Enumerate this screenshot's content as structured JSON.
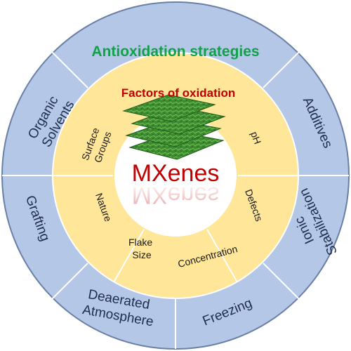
{
  "center": {
    "label": "MXenes"
  },
  "inner_ring": {
    "title": "Factors of oxidation",
    "factors": {
      "surface_groups": [
        "Surface",
        "Groups"
      ],
      "ph": "pH",
      "defects": "Defects",
      "concentration": "Concentration",
      "flake_size": [
        "Flake",
        "Size"
      ],
      "nature": "Nature"
    }
  },
  "outer_ring": {
    "title": "Antioxidation strategies",
    "strategies": {
      "organic_solvents": [
        "Organic",
        "Solvents"
      ],
      "additives": "Additives",
      "ionic_stabilization": [
        "Ionic",
        "Stabilization"
      ],
      "freezing": "Freezing",
      "deaerated_atmosphere": [
        "Deaerated",
        "Atmosphere"
      ],
      "grafting": "Grafting"
    }
  },
  "colors": {
    "outer_ring": "#b4c7e7",
    "outer_border": "#6a7fa6",
    "inner_ring": "#ffe699",
    "inner_border": "#ffffff",
    "center": "#ffffff",
    "title_green": "#12a04a",
    "title_red": "#c00000",
    "center_text": "#c00000",
    "flake_green": "#3d8a32"
  }
}
